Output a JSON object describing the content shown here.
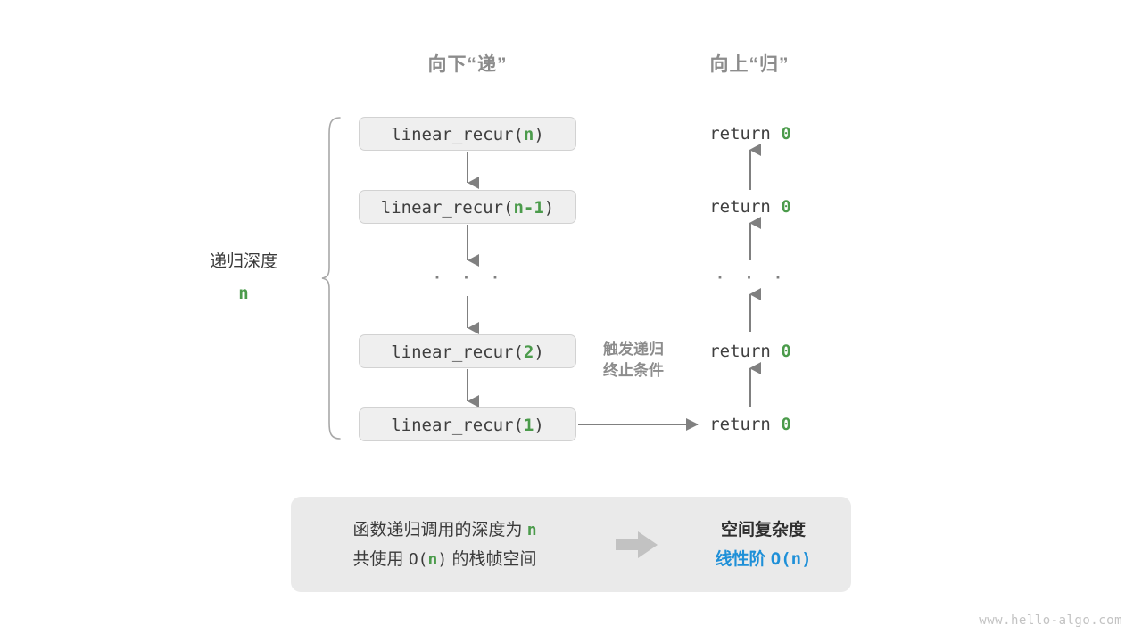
{
  "headers": {
    "down": "向下“递”",
    "up": "向上“归”"
  },
  "call_stack": [
    {
      "prefix": "linear_recur(",
      "arg": "n",
      "suffix": ")"
    },
    {
      "prefix": "linear_recur(",
      "arg": "n-1",
      "suffix": ")"
    },
    {
      "prefix": "linear_recur(",
      "arg": "2",
      "suffix": ")"
    },
    {
      "prefix": "linear_recur(",
      "arg": "1",
      "suffix": ")"
    }
  ],
  "returns": [
    {
      "keyword": "return",
      "value": "0"
    },
    {
      "keyword": "return",
      "value": "0"
    },
    {
      "keyword": "return",
      "value": "0"
    },
    {
      "keyword": "return",
      "value": "0"
    }
  ],
  "ellipsis": "· · ·",
  "depth_bracket": {
    "label": "递归深度",
    "value": "n"
  },
  "trigger_note": {
    "line1": "触发递归",
    "line2": "终止条件"
  },
  "summary": {
    "left_line1_pre": "函数递归调用的深度为 ",
    "left_line1_var": "n",
    "left_line2_pre": "共使用 ",
    "left_line2_big_o_open": "O(",
    "left_line2_var": "n",
    "left_line2_big_o_close": ")",
    "left_line2_post": " 的栈帧空间",
    "arrow_icon": "block-arrow-right-icon",
    "right_title": "空间复杂度",
    "right_value_text": "线性阶 ",
    "right_value_mono": "O(n)"
  },
  "footer": "www.hello-algo.com",
  "colors": {
    "green": "#4b9b4b",
    "blue": "#1f90d8",
    "gray_text": "#3a3a3a",
    "gray_muted": "#8c8c8c",
    "box_fill": "#efefef",
    "box_border": "#d2d2d2",
    "panel_fill": "#eaeaea",
    "connector": "#808080"
  }
}
